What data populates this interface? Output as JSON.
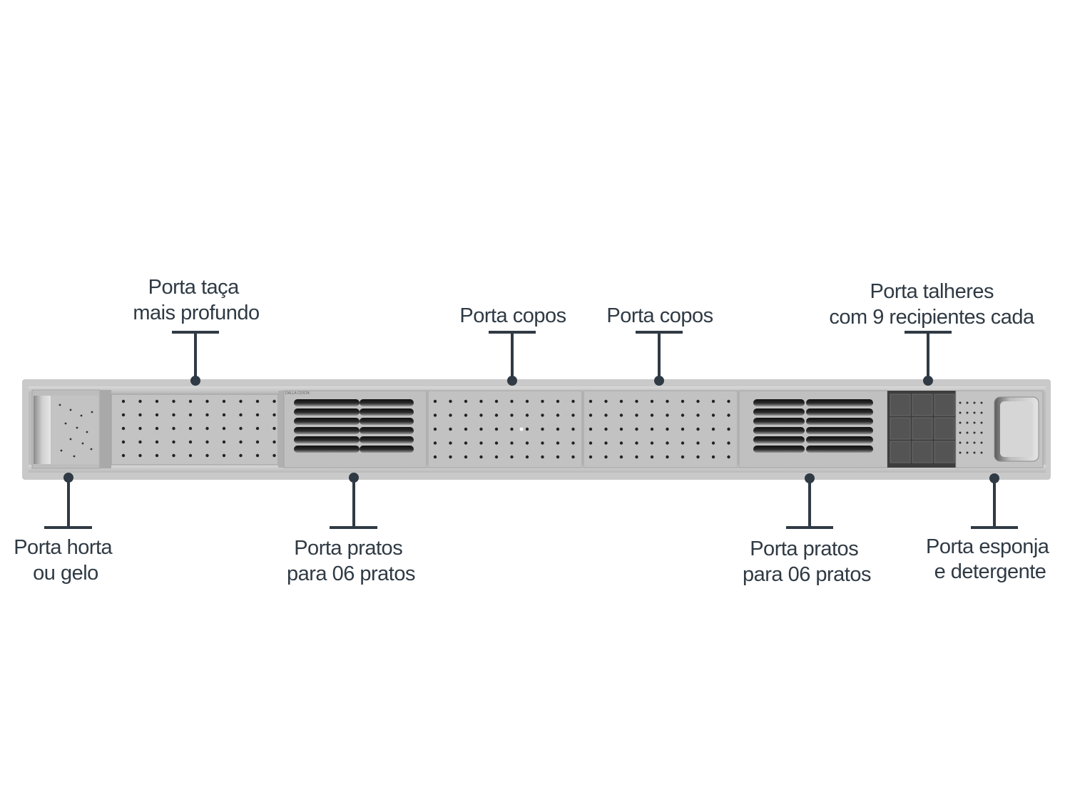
{
  "colors": {
    "label": "#2f3a44",
    "leader": "#2f3a44",
    "tray_frame": "#c8c8c8",
    "tray_body": "#c1c1c1",
    "tray_dark": "#4a4a4a"
  },
  "product_marking": "DALLA COSTA",
  "callouts": [
    {
      "id": "porta-horta",
      "lines": [
        "Porta horta",
        "ou gelo"
      ]
    },
    {
      "id": "porta-taca",
      "lines": [
        "Porta taça",
        "mais profundo"
      ]
    },
    {
      "id": "porta-pratos-1",
      "lines": [
        "Porta pratos",
        "para 06 pratos"
      ]
    },
    {
      "id": "porta-copos-1",
      "lines": [
        "Porta copos"
      ]
    },
    {
      "id": "porta-copos-2",
      "lines": [
        "Porta copos"
      ]
    },
    {
      "id": "porta-pratos-2",
      "lines": [
        "Porta pratos",
        "para 06 pratos"
      ]
    },
    {
      "id": "porta-talheres",
      "lines": [
        "Porta talheres",
        "com 9 recipientes cada"
      ]
    },
    {
      "id": "porta-esponja",
      "lines": [
        "Porta esponja",
        "e detergente"
      ]
    }
  ]
}
